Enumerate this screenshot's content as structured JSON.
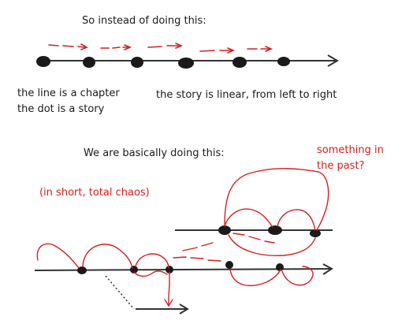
{
  "texts": {
    "top_caption": "So instead of doing this:",
    "line_is_chapter": "the line is a chapter",
    "dot_is_story": "the dot is a story",
    "story_linear": "the story is linear, from left to right",
    "mid_caption": "We are basically doing this:",
    "something_line1": "something in",
    "something_line2": "the past?",
    "total_chaos": "(in short, total chaos)"
  },
  "colors": {
    "ink": "#1a1a1a",
    "annotation": "#d42020"
  }
}
